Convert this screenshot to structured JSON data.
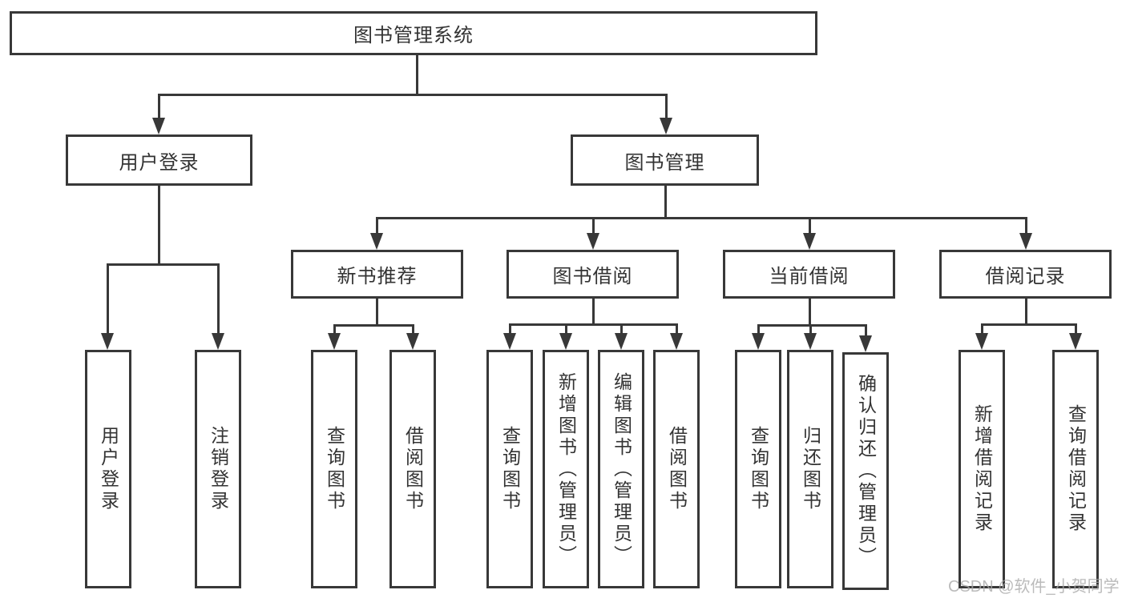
{
  "title": "图书管理系统",
  "level2": [
    {
      "label": "用户登录"
    },
    {
      "label": "图书管理"
    }
  ],
  "level3": [
    {
      "label": "新书推荐"
    },
    {
      "label": "图书借阅"
    },
    {
      "label": "当前借阅"
    },
    {
      "label": "借阅记录"
    }
  ],
  "leaf_groups": [
    {
      "parent": "用户登录",
      "leaves": [
        "用户登录",
        "注销登录"
      ]
    },
    {
      "parent": "新书推荐",
      "leaves": [
        "查询图书",
        "借阅图书"
      ]
    },
    {
      "parent": "图书借阅",
      "leaves": [
        "查询图书",
        "新增图书（管理员）",
        "编辑图书（管理员）",
        "借阅图书"
      ]
    },
    {
      "parent": "当前借阅",
      "leaves": [
        "查询图书",
        "归还图书",
        "确认归还（管理员）"
      ]
    },
    {
      "parent": "借阅记录",
      "leaves": [
        "新增借阅记录",
        "查询借阅记录"
      ]
    }
  ],
  "watermark": "CSDN @软件_小贺同学",
  "colors": {
    "line": "#383838",
    "text": "#333333",
    "box_bg": "#ffffff",
    "watermark": "#a8a8a8"
  }
}
